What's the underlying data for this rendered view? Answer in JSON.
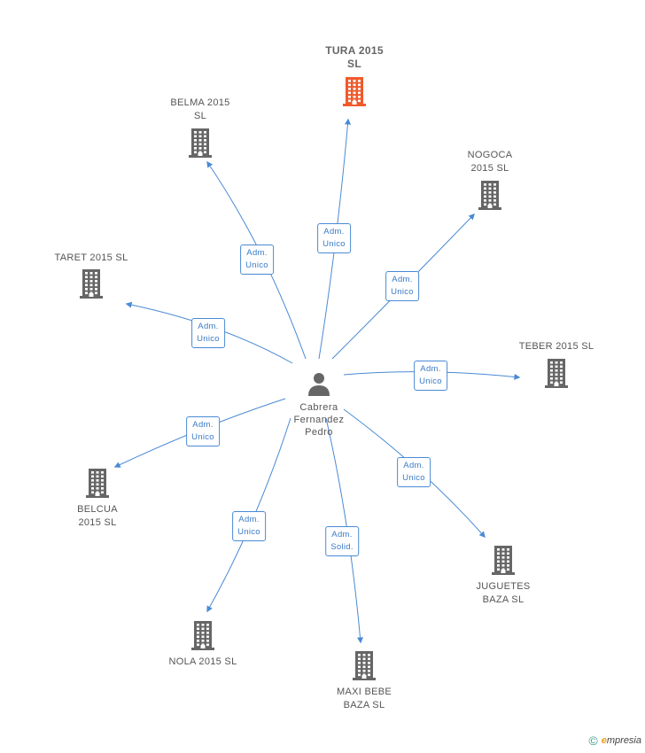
{
  "person": {
    "name_lines": [
      "Cabrera",
      "Fernandez",
      "Pedro"
    ],
    "icon": "person-icon"
  },
  "companies": [
    {
      "id": "tura",
      "lines": [
        "TURA 2015",
        "SL"
      ],
      "focus": true
    },
    {
      "id": "belma",
      "lines": [
        "BELMA 2015",
        "SL"
      ],
      "focus": false
    },
    {
      "id": "nogoca",
      "lines": [
        "NOGOCA",
        "2015  SL"
      ],
      "focus": false
    },
    {
      "id": "taret",
      "lines": [
        "TARET 2015  SL"
      ],
      "focus": false
    },
    {
      "id": "teber",
      "lines": [
        "TEBER 2015  SL"
      ],
      "focus": false
    },
    {
      "id": "belcua",
      "lines": [
        "BELCUA",
        "2015  SL"
      ],
      "focus": false
    },
    {
      "id": "juguetes",
      "lines": [
        "JUGUETES",
        "BAZA SL"
      ],
      "focus": false
    },
    {
      "id": "nola",
      "lines": [
        "NOLA 2015  SL"
      ],
      "focus": false
    },
    {
      "id": "maxi",
      "lines": [
        "MAXI BEBE",
        "BAZA SL"
      ],
      "focus": false
    }
  ],
  "relations": [
    {
      "to": "tura",
      "lines": [
        "Adm.",
        "Unico"
      ]
    },
    {
      "to": "belma",
      "lines": [
        "Adm.",
        "Unico"
      ]
    },
    {
      "to": "nogoca",
      "lines": [
        "Adm.",
        "Unico"
      ]
    },
    {
      "to": "taret",
      "lines": [
        "Adm.",
        "Unico"
      ]
    },
    {
      "to": "teber",
      "lines": [
        "Adm.",
        "Unico"
      ]
    },
    {
      "to": "belcua",
      "lines": [
        "Adm.",
        "Unico"
      ]
    },
    {
      "to": "juguetes",
      "lines": [
        "Adm.",
        "Unico"
      ]
    },
    {
      "to": "nola",
      "lines": [
        "Adm.",
        "Unico"
      ]
    },
    {
      "to": "maxi",
      "lines": [
        "Adm.",
        "Solid."
      ]
    }
  ],
  "colors": {
    "edge": "#4a8ad4",
    "building": "#666666",
    "building_focus": "#f05a2a",
    "person": "#666666"
  },
  "brand": {
    "copyright": "©",
    "name_first": "e",
    "name_rest": "mpresia"
  }
}
